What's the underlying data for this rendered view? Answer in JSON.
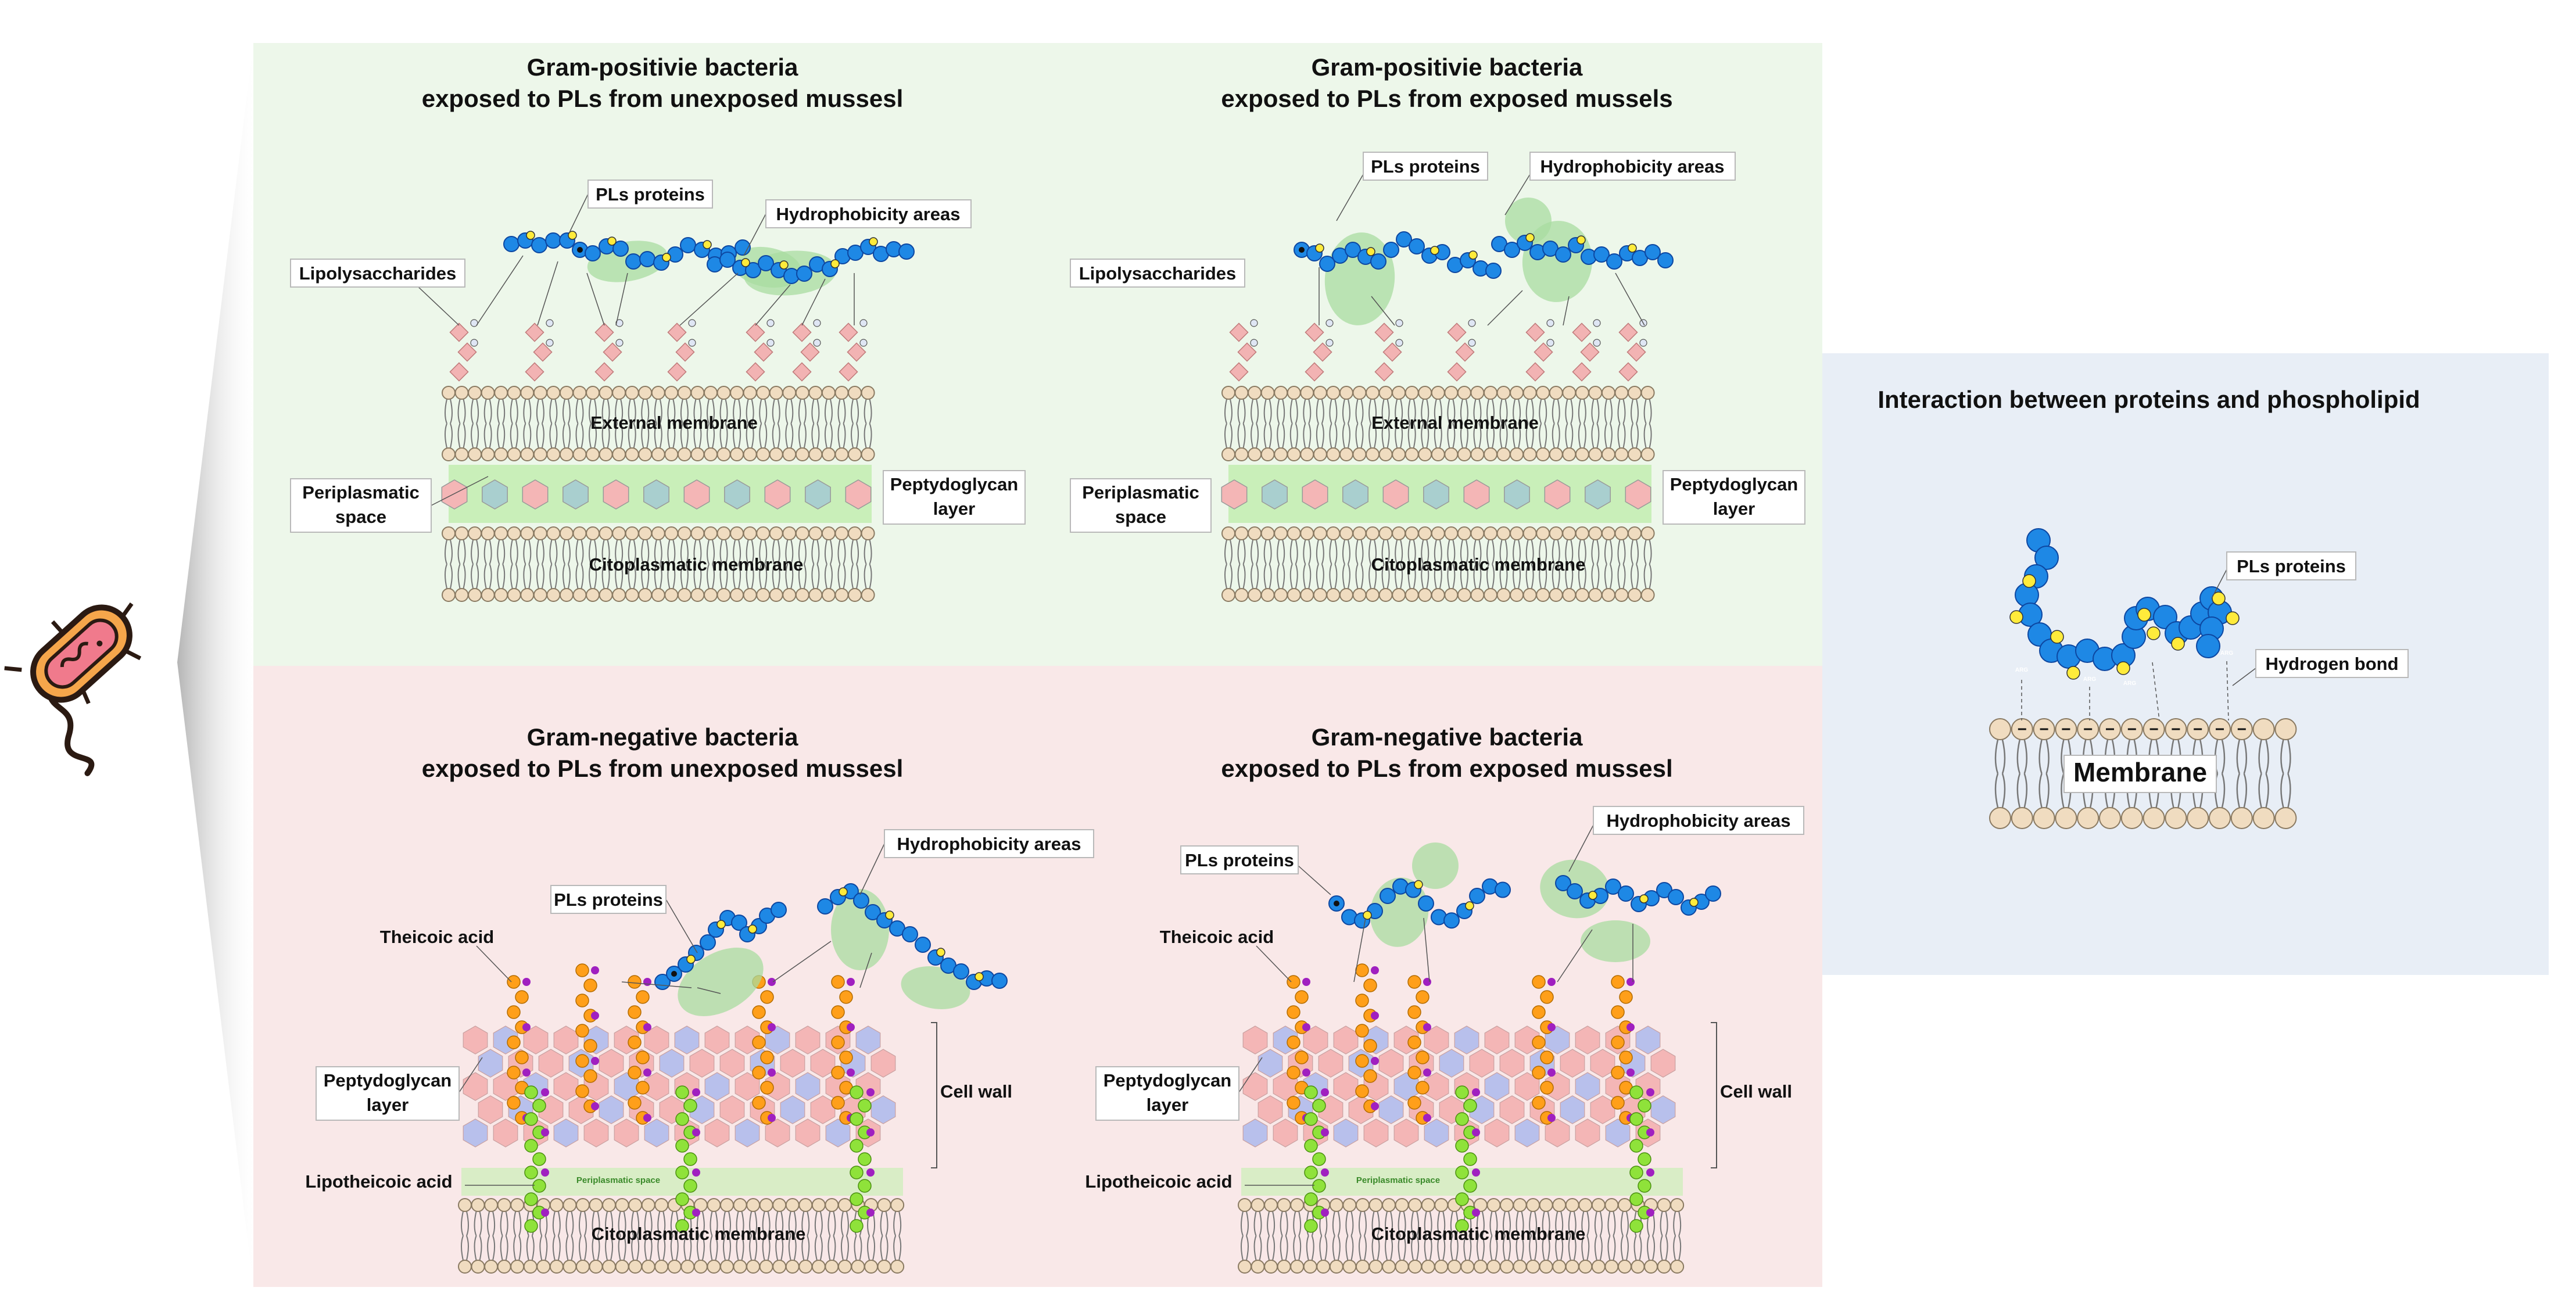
{
  "colors": {
    "gram_positive_bg": "#edf7ea",
    "gram_negative_bg": "#f9e8e8",
    "interaction_bg": "#e8eef6",
    "protein_bead": "#1e88e5",
    "positive_charge": "#ffeb3b",
    "hydrophobic_area": "#a8dca0",
    "lipid_head": "#f0dcc0",
    "lps_diamond": "#f2b3b3",
    "teichoic_bead": "#ff9f1a",
    "lipoteichoic_bead": "#8fe23a",
    "phosphate_dot": "#a020c0",
    "peptidoglycan_pink": "#f4b6b6",
    "peptidoglycan_blue": "#b8c0ec"
  },
  "icons": [
    "bacterium-icon"
  ],
  "panels": [
    {
      "title_line1": "Gram-positivie bacteria",
      "title_line2": "exposed to PLs from unexposed mussesl",
      "labels": {
        "pls_proteins": "PLs proteins",
        "hydrophobicity": "Hydrophobicity areas",
        "lipopolysaccharides": "Lipolysaccharides",
        "external_membrane": "External membrane",
        "periplasmatic_1": "Periplasmatic",
        "periplasmatic_2": "space",
        "peptidoglycan_1": "Peptydoglycan",
        "peptidoglycan_2": "layer",
        "citoplasmatic": "Citoplasmatic membrane"
      }
    },
    {
      "title_line1": "Gram-positivie bacteria",
      "title_line2": "exposed to PLs from exposed mussels",
      "labels": {
        "pls_proteins": "PLs proteins",
        "hydrophobicity": "Hydrophobicity areas",
        "lipopolysaccharides": "Lipolysaccharides",
        "external_membrane": "External membrane",
        "periplasmatic_1": "Periplasmatic",
        "periplasmatic_2": "space",
        "peptidoglycan_1": "Peptydoglycan",
        "peptidoglycan_2": "layer",
        "citoplasmatic": "Citoplasmatic membrane"
      }
    },
    {
      "title_line1": "Gram-negative bacteria",
      "title_line2": "exposed to PLs from unexposed mussesl",
      "labels": {
        "pls_proteins": "PLs proteins",
        "hydrophobicity": "Hydrophobicity areas",
        "theicoic": "Theicoic acid",
        "peptidoglycan_1": "Peptydoglycan",
        "peptidoglycan_2": "layer",
        "lipotheicoic": "Lipotheicoic acid",
        "periplasmatic_space": "Periplasmatic space",
        "cell_wall": "Cell wall",
        "citoplasmatic": "Citoplasmatic membrane"
      }
    },
    {
      "title_line1": "Gram-negative bacteria",
      "title_line2": "exposed to PLs from exposed mussesl",
      "labels": {
        "pls_proteins": "PLs proteins",
        "hydrophobicity": "Hydrophobicity areas",
        "theicoic": "Theicoic acid",
        "peptidoglycan_1": "Peptydoglycan",
        "peptidoglycan_2": "layer",
        "lipotheicoic": "Lipotheicoic acid",
        "periplasmatic_space": "Periplasmatic space",
        "cell_wall": "Cell wall",
        "citoplasmatic": "Citoplasmatic membrane"
      }
    }
  ],
  "interaction": {
    "title": "Interaction between proteins and phospholipid",
    "pls_proteins": "PLs proteins",
    "hydrogen_bond": "Hydrogen bond",
    "membrane": "Membrane",
    "arg": "ARG"
  }
}
